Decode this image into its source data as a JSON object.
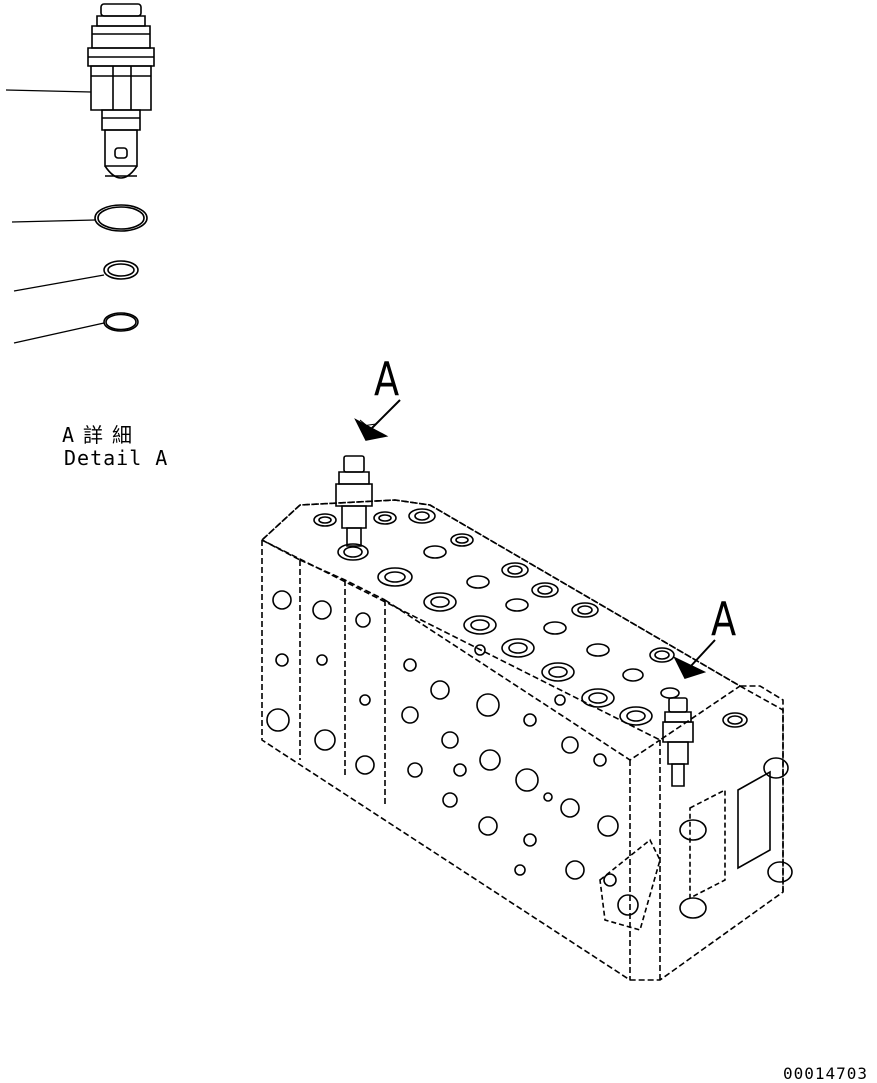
{
  "callouts": {
    "a_top": "A",
    "a_right": "A"
  },
  "detail": {
    "title_jp": "A詳細",
    "title_en": "Detail A"
  },
  "drawing_id": "00014703",
  "colors": {
    "line": "#000000",
    "background": "#ffffff"
  }
}
